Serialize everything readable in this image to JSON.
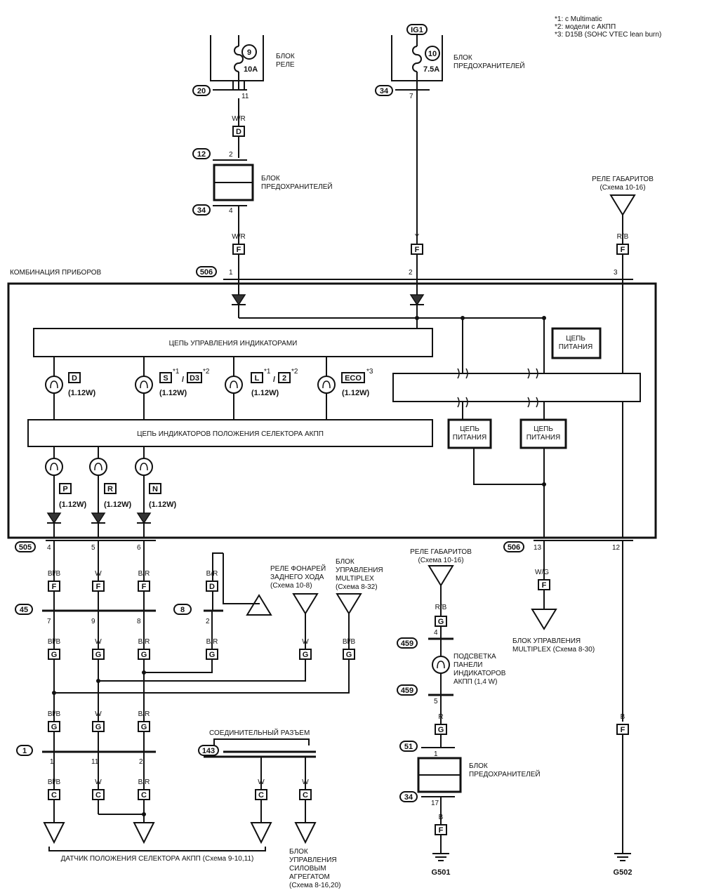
{
  "notes": [
    "*1: с Multimatic",
    "*2: модели с АКПП",
    "*3: D15B (SOHC VTEC lean burn)"
  ],
  "top": {
    "relay_block": {
      "fuse_no": "9",
      "amp": "10A",
      "label": [
        "БЛОК",
        "РЕЛЕ"
      ],
      "connector": "20",
      "pin": "11",
      "wire": "W/R",
      "term": "D"
    },
    "fuse_block": {
      "source": "IG1",
      "fuse_no": "10",
      "amp": "7.5A",
      "label": [
        "БЛОК",
        "ПРЕДОХРАНИТЕЛЕЙ"
      ],
      "connector": "34",
      "pin": "7",
      "wire": "Y",
      "term": "F"
    },
    "mid_fuse": {
      "conn_top": "12",
      "pin_top": "2",
      "label": [
        "БЛОК",
        "ПРЕДОХРАНИТЕЛЕЙ"
      ],
      "conn_bottom": "34",
      "pin_bottom": "4",
      "wire": "W/R",
      "term": "F"
    },
    "gabarit_relay": {
      "label": [
        "РЕЛЕ ГАБАРИТОВ",
        "(Схема 10-16)"
      ],
      "wire": "R/B",
      "term": "F"
    }
  },
  "cluster": {
    "title": "КОМБИНАЦИЯ ПРИБОРОВ",
    "connector_top": "506",
    "pins_top": [
      "1",
      "2",
      "3"
    ],
    "ctrl_circuit": "ЦЕПЬ УПРАВЛЕНИЯ ИНДИКАТОРАМИ",
    "pos_circuit": "ЦЕПЬ ИНДИКАТОРОВ ПОЛОЖЕНИЯ СЕЛЕКТОРА АКПП",
    "power": "ЦЕПЬ",
    "power2": "ПИТАНИЯ",
    "indicators": [
      {
        "sym": "D",
        "sym2": "",
        "sup": "",
        "sup2": "",
        "watt": "(1.12W)"
      },
      {
        "sym": "S",
        "sym2": "D3",
        "sup": "*1",
        "sup2": "*2",
        "watt": "(1.12W)"
      },
      {
        "sym": "L",
        "sym2": "2",
        "sup": "*1",
        "sup2": "*2",
        "watt": "(1.12W)"
      },
      {
        "sym": "ECO",
        "sym2": "",
        "sup": "*3",
        "sup2": "",
        "watt": "(1.12W)"
      }
    ],
    "pos_lamps": [
      {
        "sym": "P",
        "watt": "(1.12W)"
      },
      {
        "sym": "R",
        "watt": "(1.12W)"
      },
      {
        "sym": "N",
        "watt": "(1.12W)"
      }
    ],
    "connector_505": "505",
    "pins_505": [
      "4",
      "5",
      "6"
    ],
    "connector_506b": "506",
    "pins_506b": [
      "13",
      "12"
    ]
  },
  "lower": {
    "wires_f": [
      "Bl/B",
      "W",
      "B/R"
    ],
    "term_f": "F",
    "conn_45": "45",
    "pins_45": [
      "7",
      "9",
      "8"
    ],
    "conn_8": "8",
    "pin_8": "2",
    "wire_8": "B/R",
    "term_8": "D",
    "reverse_relay": [
      "РЕЛЕ ФОНАРЕЙ",
      "ЗАДНЕГО ХОДА",
      "(Схема 10-8)"
    ],
    "multiplex_a": [
      "БЛОК",
      "УПРАВЛЕНИЯ",
      "MULTIPLEX",
      "(Схема 8-32)"
    ],
    "wires_g": [
      "Bl/B",
      "W",
      "B/R",
      "B/R",
      "W",
      "Bl/B"
    ],
    "term_g": "G",
    "wires_g2": [
      "Bl/B",
      "W",
      "B/R"
    ],
    "conn_1": "1",
    "pins_1": [
      "1",
      "11",
      "2"
    ],
    "conn_143": "143",
    "joint": "СОЕДИНИТЕЛЬНЫЙ РАЗЪЕМ",
    "wires_c": [
      "Bl/B",
      "W",
      "B/R",
      "W",
      "W"
    ],
    "term_c": "C",
    "sensor": "ДАТЧИК ПОЛОЖЕНИЯ СЕЛЕКТОРА АКПП (Схема 9-10,11)",
    "pcm": [
      "БЛОК",
      "УПРАВЛЕНИЯ",
      "СИЛОВЫМ",
      "АГРЕГАТОМ",
      "(Схема 8-16,20)"
    ]
  },
  "right": {
    "gabarit_relay2": [
      "РЕЛЕ ГАБАРИТОВ",
      "(Схема 10-16)"
    ],
    "wire_rb": "R/B",
    "term_g": "G",
    "conn_459": "459",
    "pin_459a": "4",
    "pin_459b": "5",
    "backlight": [
      "ПОДСВЕТКА",
      "ПАНЕЛИ",
      "ИНДИКАТОРОВ",
      "АКПП (1,4 W)"
    ],
    "wire_r": "R",
    "conn_51": "51",
    "pin_51": "1",
    "fuse_label": [
      "БЛОК",
      "ПРЕДОХРАНИТЕЛЕЙ"
    ],
    "conn_34": "34",
    "pin_34": "17",
    "wire_b": "B",
    "term_f": "F",
    "ground1": "G501",
    "wire_wg": "W/G",
    "term_wg": "F",
    "multiplex_b": [
      "БЛОК УПРАВЛЕНИЯ",
      "MULTIPLEX (Схема 8-30)"
    ],
    "wire_b2": "B",
    "term_b2": "F",
    "ground2": "G502"
  }
}
